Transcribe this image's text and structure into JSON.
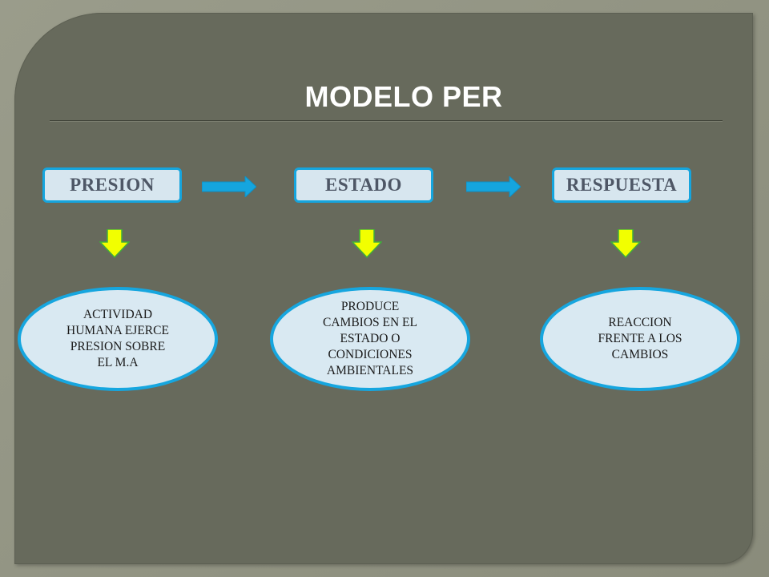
{
  "title": "MODELO PER",
  "stages": [
    {
      "label": "PRESION",
      "description": "ACTIVIDAD\nHUMANA EJERCE\nPRESION SOBRE\nEL M.A"
    },
    {
      "label": "ESTADO",
      "description": "PRODUCE\nCAMBIOS  EN EL\nESTADO O\nCONDICIONES\nAMBIENTALES"
    },
    {
      "label": "RESPUESTA",
      "description": "REACCION\nFRENTE A LOS\nCAMBIOS"
    }
  ],
  "colors": {
    "background": "#676a5c",
    "box_fill": "#d7e6ef",
    "box_border": "#15a5de",
    "box_text": "#4e5766",
    "arrow_blue": "#15a5de",
    "arrow_yellow": "#f2ff00",
    "title": "#ffffff"
  },
  "icons": {
    "right_arrow": "right-arrow-icon",
    "down_arrow": "down-arrow-icon"
  }
}
